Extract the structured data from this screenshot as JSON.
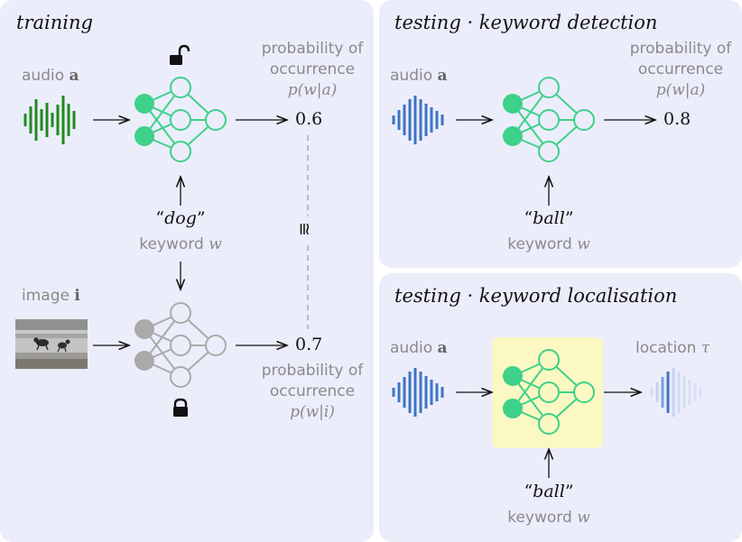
{
  "panels": {
    "training": {
      "title": "training",
      "audio_label": "audio",
      "audio_symbol": "a",
      "prob_label_line1": "probability of",
      "prob_label_line2": "occurrence",
      "prob_expr_audio": "p(w|a)",
      "audio_value": "0.6",
      "keyword": "dog",
      "keyword_caption": "keyword",
      "keyword_symbol": "w",
      "relation_symbol": "≅",
      "image_label": "image",
      "image_symbol": "i",
      "image_value": "0.7",
      "prob_expr_image": "p(w|i)"
    },
    "detection": {
      "title": "testing · keyword detection",
      "audio_label": "audio",
      "audio_symbol": "a",
      "prob_label_line1": "probability of",
      "prob_label_line2": "occurrence",
      "prob_expr": "p(w|a)",
      "value": "0.8",
      "keyword": "ball",
      "keyword_caption": "keyword",
      "keyword_symbol": "w"
    },
    "localisation": {
      "title": "testing · keyword localisation",
      "audio_label": "audio",
      "audio_symbol": "a",
      "output_label": "location",
      "output_symbol": "τ",
      "keyword": "ball",
      "keyword_caption": "keyword",
      "keyword_symbol": "w"
    }
  },
  "colors": {
    "panel_bg": "#ecedfb",
    "green_waveform": "#1f8a1f",
    "blue_waveform": "#3f73c4",
    "network_green": "#3ed18a",
    "network_gray": "#aaaaaa",
    "highlight": "#fbf8c3"
  },
  "icons": [
    "unlocked-padlock-icon",
    "locked-padlock-icon"
  ]
}
